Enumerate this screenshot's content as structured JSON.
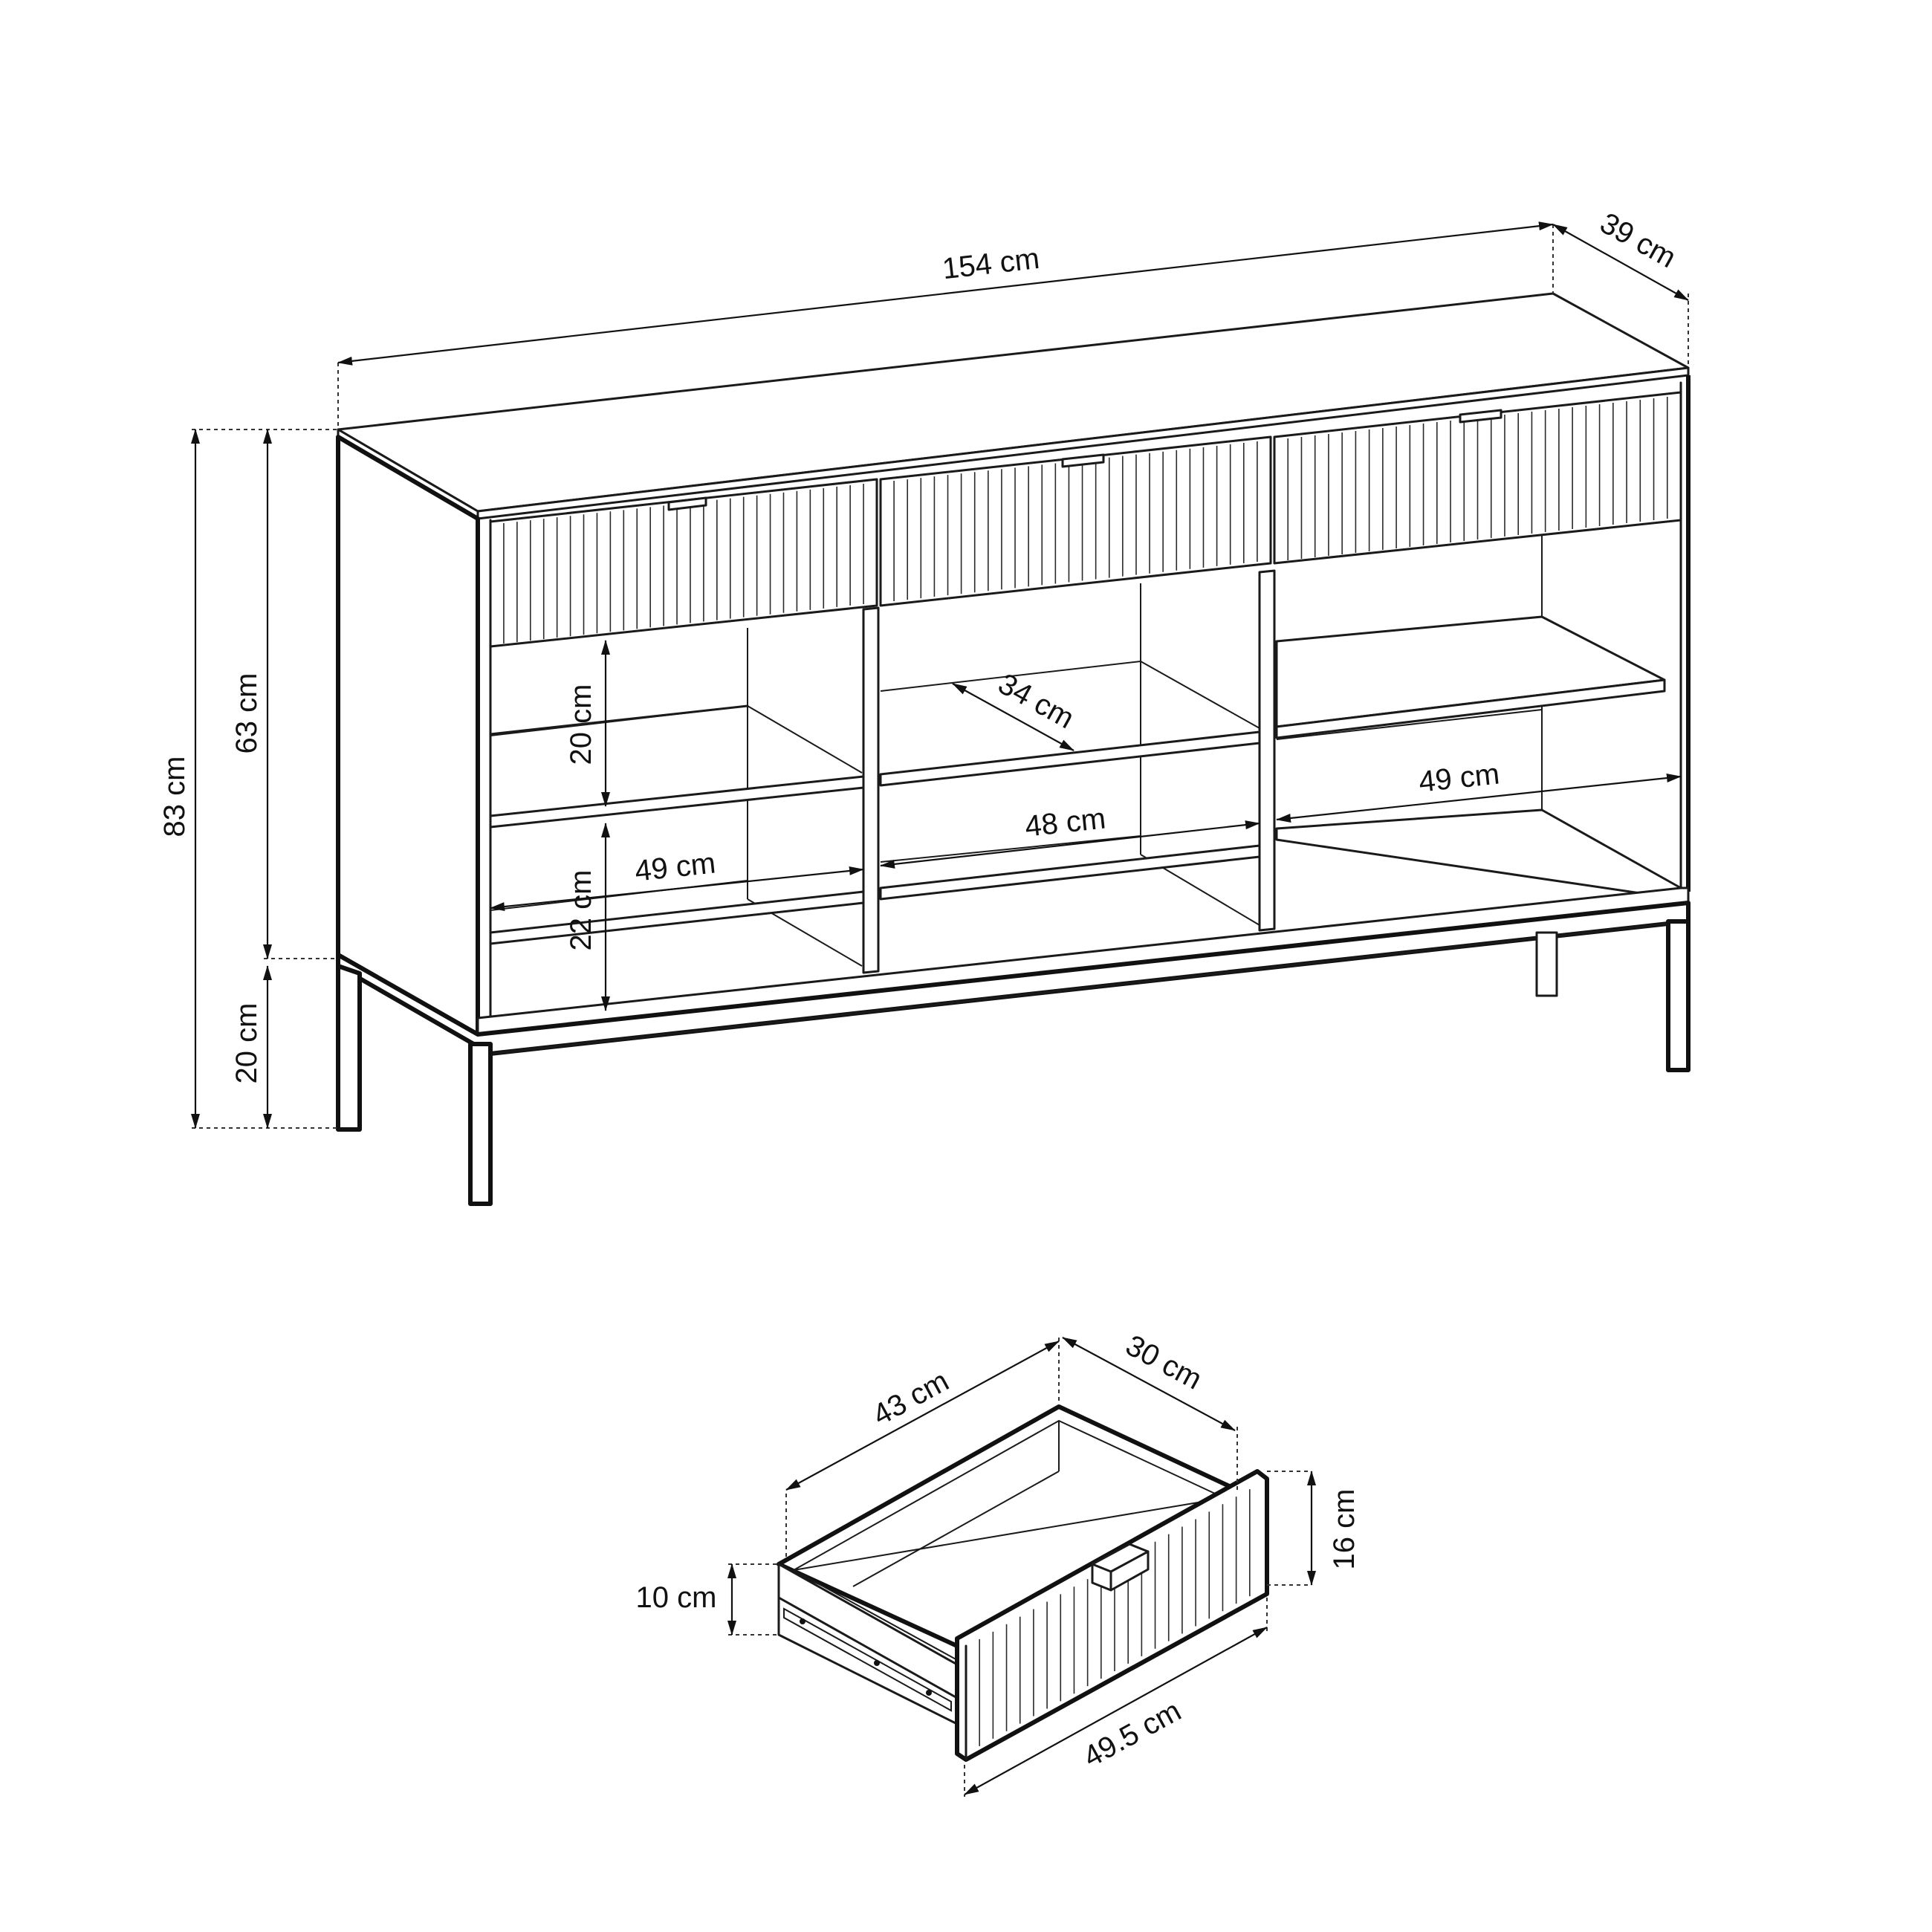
{
  "dimensions": {
    "width": "154 cm",
    "depth": "39 cm",
    "total_height": "83 cm",
    "body_height": "63 cm",
    "leg_height": "20 cm",
    "upper_shelf_height": "20 cm",
    "lower_shelf_height": "22 cm",
    "shelf_depth": "34 cm",
    "left_compartment_width": "49 cm",
    "middle_compartment_width": "48 cm",
    "right_compartment_width": "49 cm",
    "drawer_length": "43 cm",
    "drawer_inner_width": "30 cm",
    "drawer_front_height": "16 cm",
    "drawer_box_height": "10 cm",
    "drawer_front_width": "49.5 cm"
  }
}
